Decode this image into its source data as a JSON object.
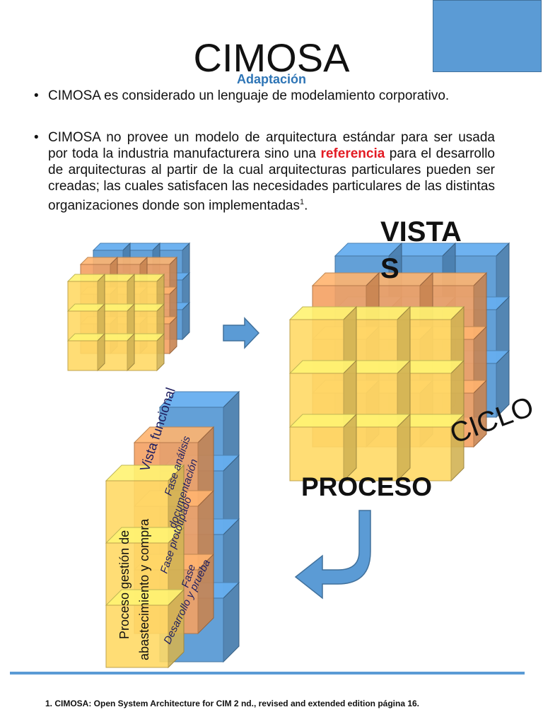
{
  "slide": {
    "title": "CIMOSA",
    "subtitle": "Adaptación",
    "bullet1": "CIMOSA es considerado un lenguaje de modelamiento corporativo.",
    "bullet2_before": "CIMOSA no provee un modelo de arquitectura estándar para ser usada por toda la industria manufacturera sino una ",
    "bullet2_highlight": "referencia",
    "bullet2_after": " para el desarrollo de arquitecturas al partir de la cual arquitecturas particulares pueden ser creadas; las cuales satisfacen las necesidades particulares de las distintas organizaciones donde son implementadas",
    "bullet2_sup": "1",
    "bullet2_end": ".",
    "bullet_glyph": "•"
  },
  "diagram": {
    "label_vistas_line1": "VISTA",
    "label_vistas_line2": "S",
    "label_ciclo": "CICLO",
    "label_proceso": "PROCESO",
    "vista_funcional": "Vista funcional",
    "fase_analisis_1": "Fase análisis",
    "fase_analisis_2": "documentación",
    "fase_prototipado": "Fase prototipado",
    "fase_desarrollo_1": "Fase",
    "fase_desarrollo_2": "Desarrollo y prueba",
    "proceso_gestion_1": "Proceso gestión de",
    "proceso_gestion_2": "abastecimiento y compra",
    "colors": {
      "blue": "#5b9bd5",
      "orange": "#f4a163",
      "yellow": "#ffd966",
      "arrow": "#5b9bd5"
    }
  },
  "footer": {
    "footnote": "1. CIMOSA: Open System Architecture for CIM 2 nd., revised and extended edition página 16."
  }
}
